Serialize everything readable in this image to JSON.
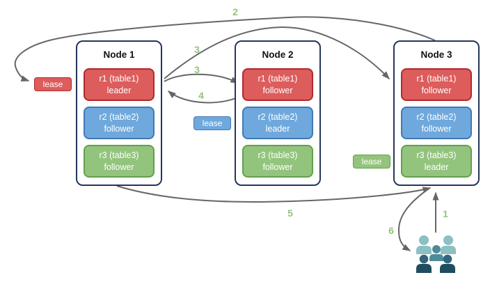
{
  "nodes": [
    {
      "title": "Node 1",
      "replicas": [
        {
          "range": "r1 (table1)",
          "role": "leader",
          "color": "red"
        },
        {
          "range": "r2 (table2)",
          "role": "follower",
          "color": "blue"
        },
        {
          "range": "r3 (table3)",
          "role": "follower",
          "color": "green"
        }
      ]
    },
    {
      "title": "Node 2",
      "replicas": [
        {
          "range": "r1 (table1)",
          "role": "follower",
          "color": "red"
        },
        {
          "range": "r2 (table2)",
          "role": "leader",
          "color": "blue"
        },
        {
          "range": "r3 (table3)",
          "role": "follower",
          "color": "green"
        }
      ]
    },
    {
      "title": "Node 3",
      "replicas": [
        {
          "range": "r1 (table1)",
          "role": "follower",
          "color": "red"
        },
        {
          "range": "r2 (table2)",
          "role": "follower",
          "color": "blue"
        },
        {
          "range": "r3 (table3)",
          "role": "leader",
          "color": "green"
        }
      ]
    }
  ],
  "leases": [
    {
      "label": "lease",
      "color": "red"
    },
    {
      "label": "lease",
      "color": "blue"
    },
    {
      "label": "lease",
      "color": "green"
    }
  ],
  "steps": {
    "n1": "1",
    "n2": "2",
    "n3a": "3",
    "n3b": "3",
    "n4": "4",
    "n5": "5",
    "n6": "6"
  },
  "icons": {
    "users": "users-icon"
  },
  "colors": {
    "red_fill": "#dd5c5c",
    "red_border": "#b2292e",
    "blue_fill": "#6fa8dc",
    "blue_border": "#4278b6",
    "green_fill": "#93c47d",
    "green_border": "#63a04b",
    "node_border": "#24365c",
    "arrow": "#666666",
    "step_label": "#93c47d",
    "users_light": "#8cc0c2",
    "users_mid": "#4d8b9b",
    "users_dark_head": "#34657a",
    "users_dark_body": "#1f4d60"
  }
}
